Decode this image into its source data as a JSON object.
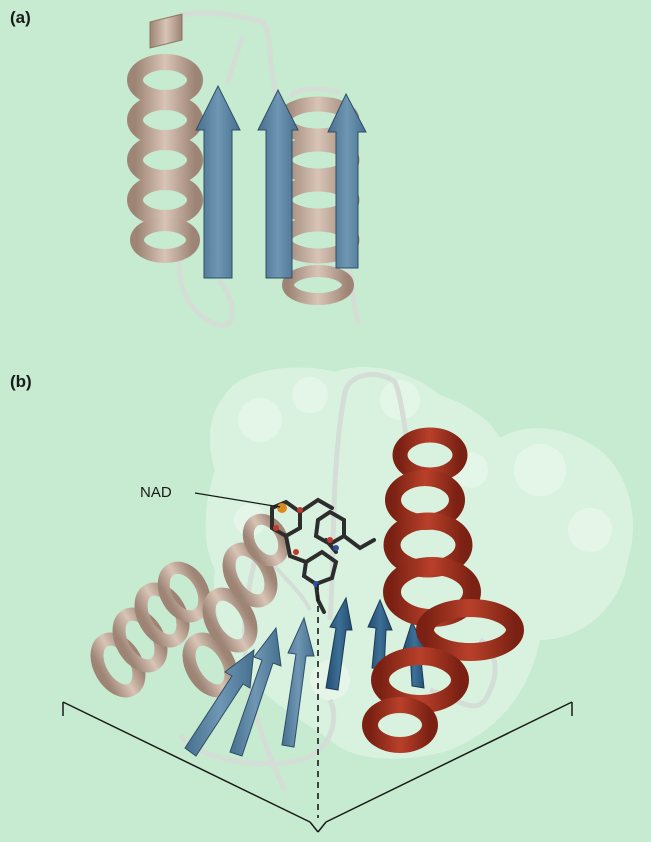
{
  "panels": [
    {
      "label": "(a)"
    },
    {
      "label": "(b)",
      "annotation": "NAD"
    }
  ],
  "colors": {
    "background": "#c6ebd0",
    "helix_tan": "#c2aa9a",
    "helix_tan_dark": "#8f7666",
    "strand_blue": "#5d86a3",
    "strand_blue_dark": "#3f6682",
    "strand_navy": "#2f5f86",
    "helix_red": "#a8321f",
    "helix_red_dark": "#6e1d12",
    "surface": "#dcf3e2",
    "loop": "#d4ddd6"
  },
  "icons": [
    "alpha-helix-ribbon",
    "beta-strand-arrow",
    "nad-ball-and-stick",
    "molecular-surface"
  ]
}
